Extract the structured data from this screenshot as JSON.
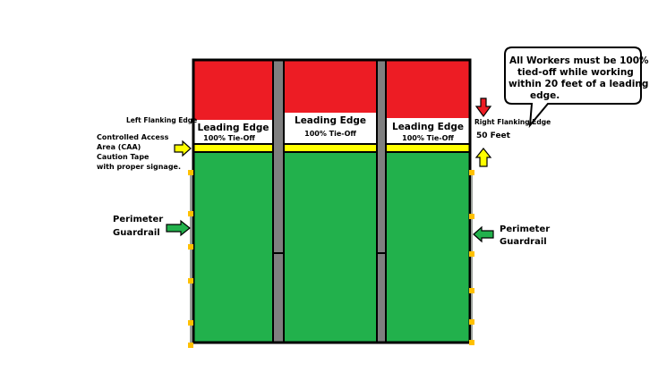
{
  "labels": {
    "left_flanking_edge": "Left Flanking Edge",
    "right_flanking_edge": "Right Flanking Edge",
    "caa_line1": "Controlled Access",
    "caa_line2": "Area (CAA)",
    "caa_line3": "Caution Tape",
    "caa_line4": "with proper signage.",
    "perimeter_left_line1": "Perimeter",
    "perimeter_left_line2": "Guardrail",
    "perimeter_right_line1": "Perimeter",
    "perimeter_right_line2": "Guardrail",
    "distance": "50 Feet"
  },
  "bays": [
    {
      "title": "Leading Edge",
      "subtitle": "100% Tie-Off"
    },
    {
      "title": "Leading Edge",
      "subtitle": "100% Tie-Off"
    },
    {
      "title": "Leading Edge",
      "subtitle": "100% Tie-Off"
    }
  ],
  "callout": {
    "line1": "All Workers must be 100%",
    "line2": "tied-off while working",
    "line3": "within 20 feet of a leading",
    "line4": "edge."
  },
  "colors": {
    "red_zone": "#ed1c24",
    "green_zone": "#22b14c",
    "caution_tape": "#ffff00",
    "beam": "#7f7f7f",
    "post": "#ffc000",
    "arrow_green": "#22b14c",
    "arrow_yellow": "#ffff00",
    "arrow_red": "#ed1c24"
  }
}
